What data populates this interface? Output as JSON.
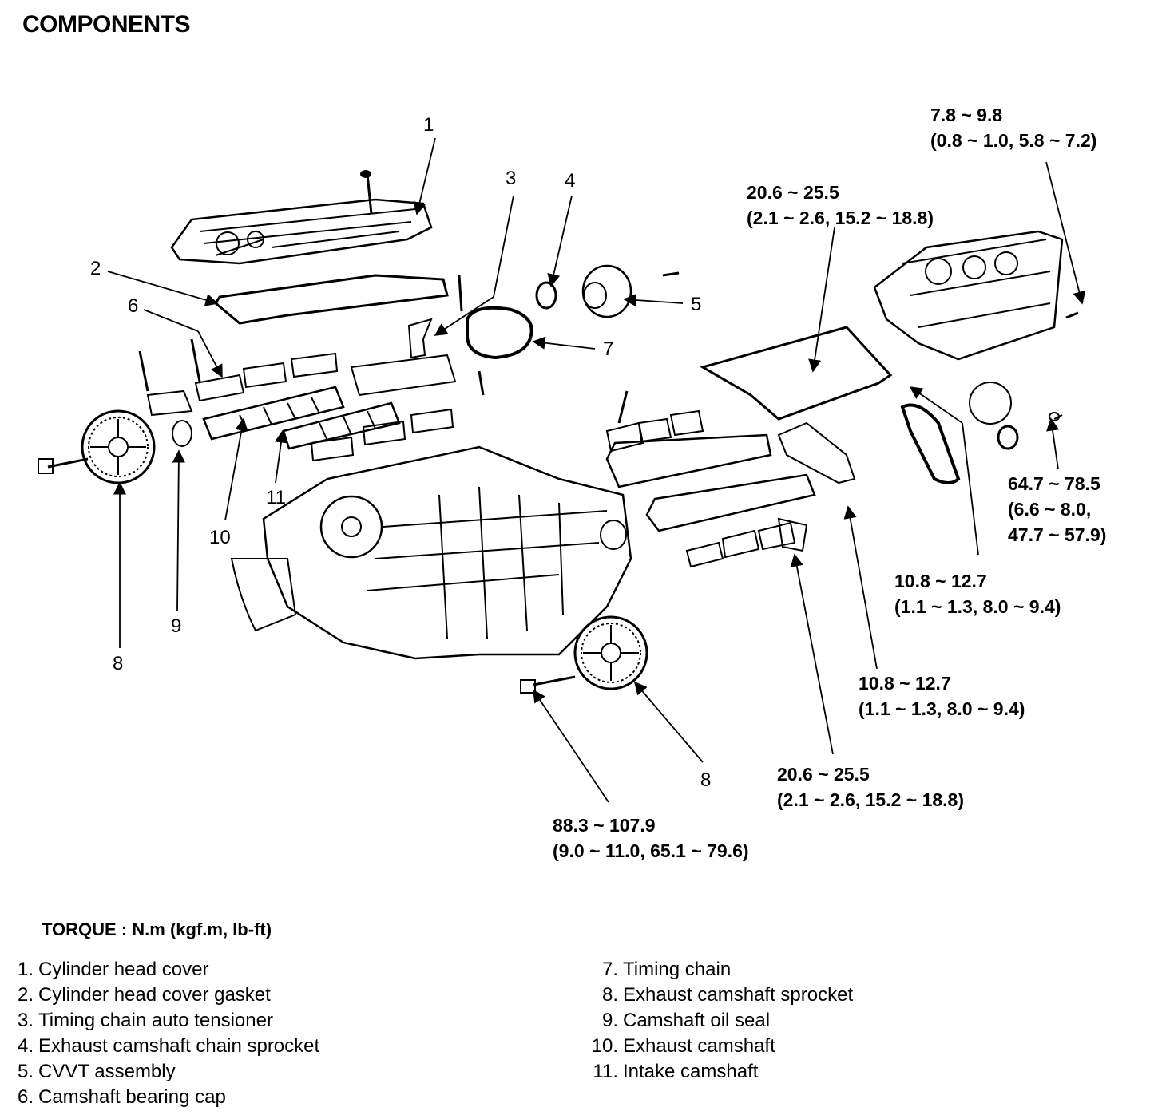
{
  "title": "COMPONENTS",
  "callouts": [
    "1",
    "2",
    "3",
    "4",
    "5",
    "6",
    "7",
    "8",
    "9",
    "10",
    "11",
    "8"
  ],
  "torques": [
    {
      "line1": "7.8 ~ 9.8",
      "line2": "(0.8 ~ 1.0, 5.8 ~ 7.2)"
    },
    {
      "line1": "20.6 ~ 25.5",
      "line2": "(2.1 ~ 2.6, 15.2 ~ 18.8)"
    },
    {
      "line1": "64.7 ~ 78.5",
      "line2": "(6.6 ~ 8.0,",
      "line3": "47.7 ~ 57.9)"
    },
    {
      "line1": "10.8 ~ 12.7",
      "line2": "(1.1 ~ 1.3, 8.0 ~ 9.4)"
    },
    {
      "line1": "10.8 ~ 12.7",
      "line2": "(1.1 ~ 1.3, 8.0 ~ 9.4)"
    },
    {
      "line1": "20.6 ~ 25.5",
      "line2": "(2.1 ~ 2.6, 15.2 ~ 18.8)"
    },
    {
      "line1": "88.3 ~ 107.9",
      "line2": "(9.0 ~ 11.0, 65.1 ~ 79.6)"
    }
  ],
  "torque_unit": "TORQUE : N.m (kgf.m, lb-ft)",
  "legend_left": [
    {
      "num": "1.",
      "label": "Cylinder head cover"
    },
    {
      "num": "2.",
      "label": "Cylinder head cover gasket"
    },
    {
      "num": "3.",
      "label": "Timing chain auto tensioner"
    },
    {
      "num": "4.",
      "label": "Exhaust camshaft chain sprocket"
    },
    {
      "num": "5.",
      "label": "CVVT assembly"
    },
    {
      "num": "6.",
      "label": "Camshaft bearing cap"
    }
  ],
  "legend_right": [
    {
      "num": "7.",
      "label": "Timing chain"
    },
    {
      "num": "8.",
      "label": "Exhaust camshaft sprocket"
    },
    {
      "num": "9.",
      "label": "Camshaft oil seal"
    },
    {
      "num": "10.",
      "label": "Exhaust camshaft"
    },
    {
      "num": "11.",
      "label": "Intake camshaft"
    }
  ]
}
